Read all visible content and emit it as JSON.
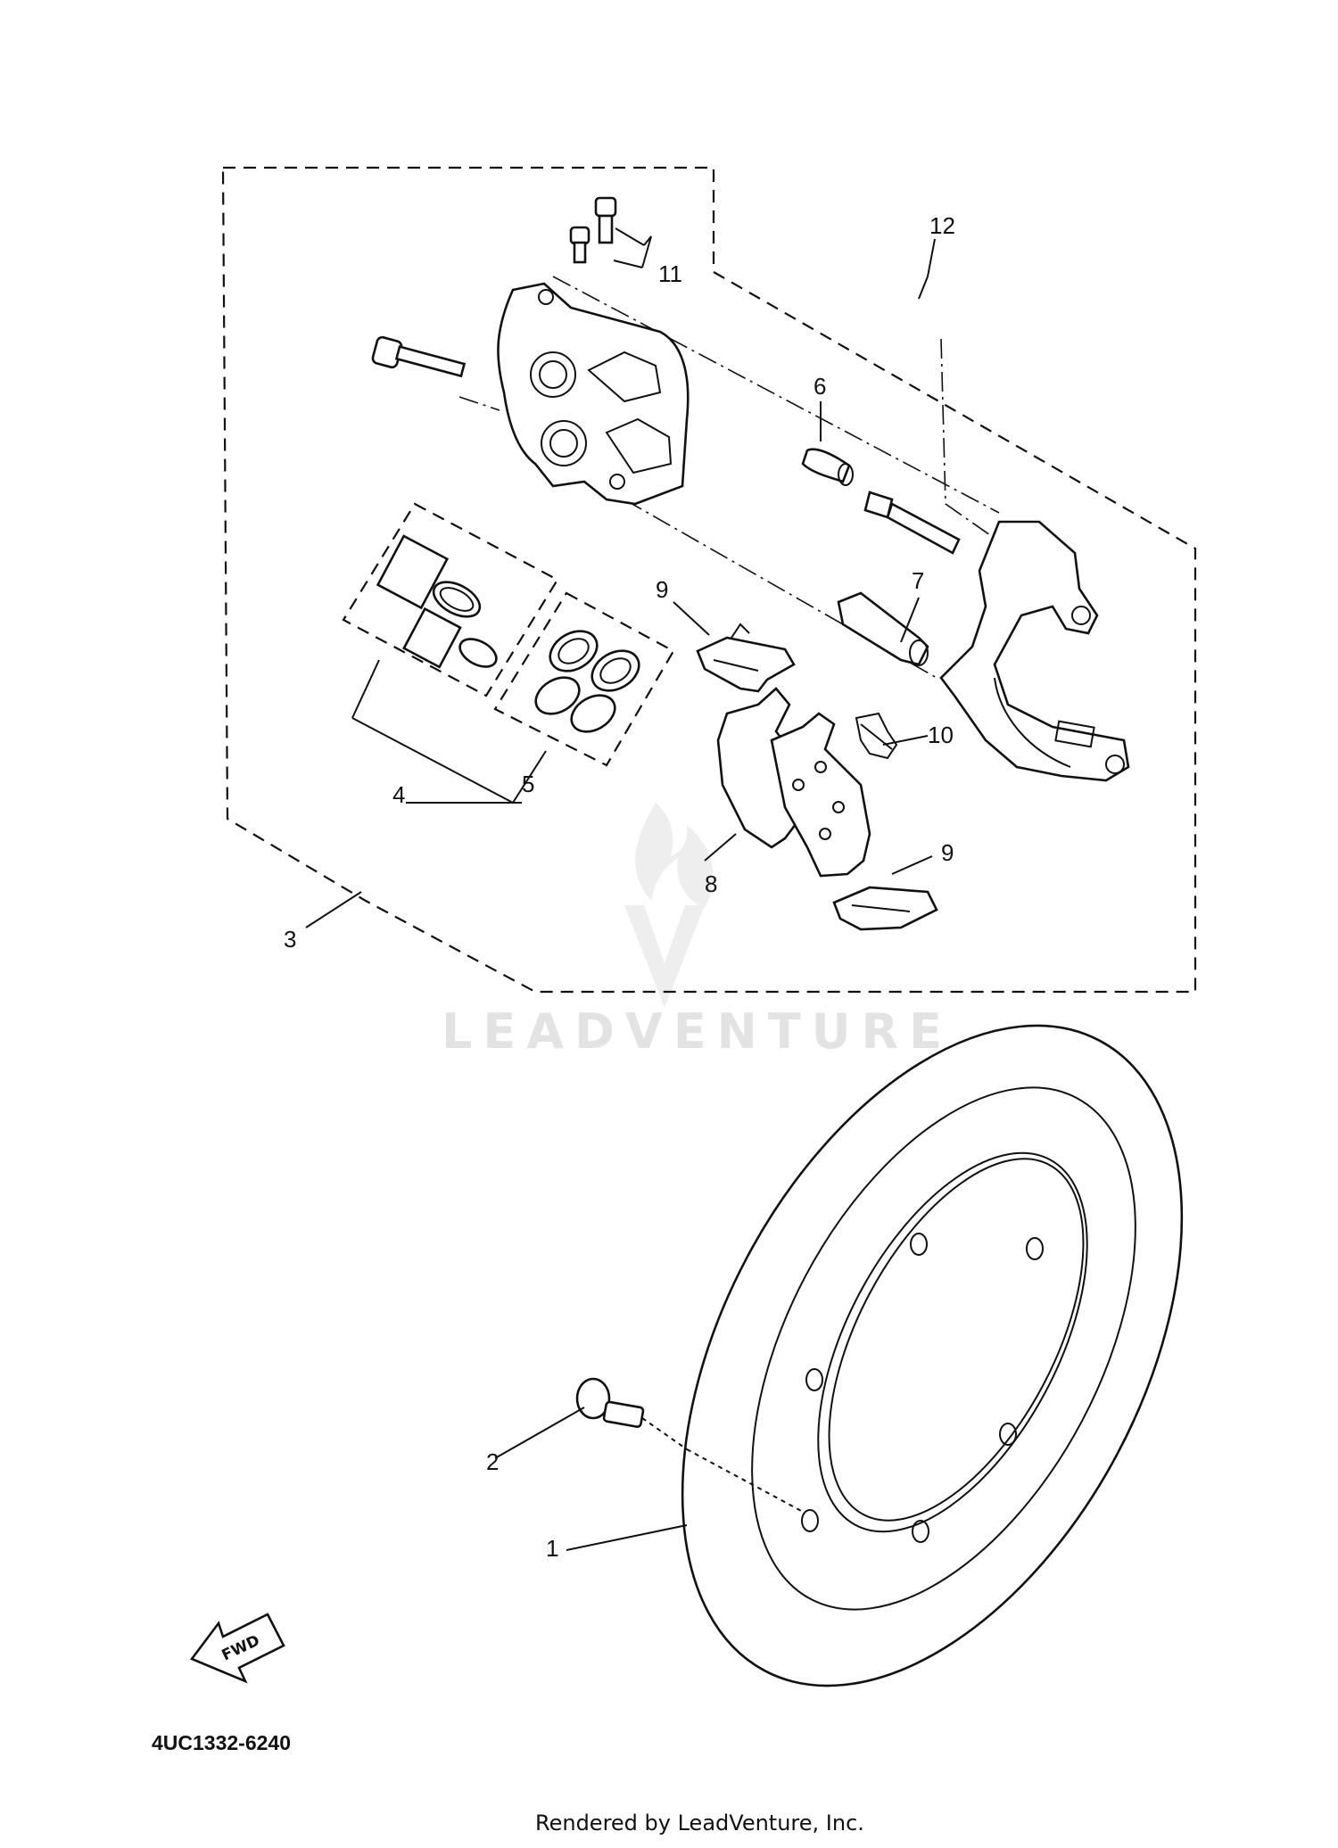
{
  "diagram": {
    "callouts": {
      "c1": "1",
      "c2": "2",
      "c3": "3",
      "c4": "4",
      "c5": "5",
      "c6": "6",
      "c7": "7",
      "c8": "8",
      "c9a": "9",
      "c9b": "9",
      "c10": "10",
      "c11": "11",
      "c12": "12"
    },
    "fwd_label": "FWD",
    "diagram_code": "4UC1332-6240",
    "watermark": "LEADVENTURE",
    "footer": "Rendered by LeadVenture, Inc."
  }
}
